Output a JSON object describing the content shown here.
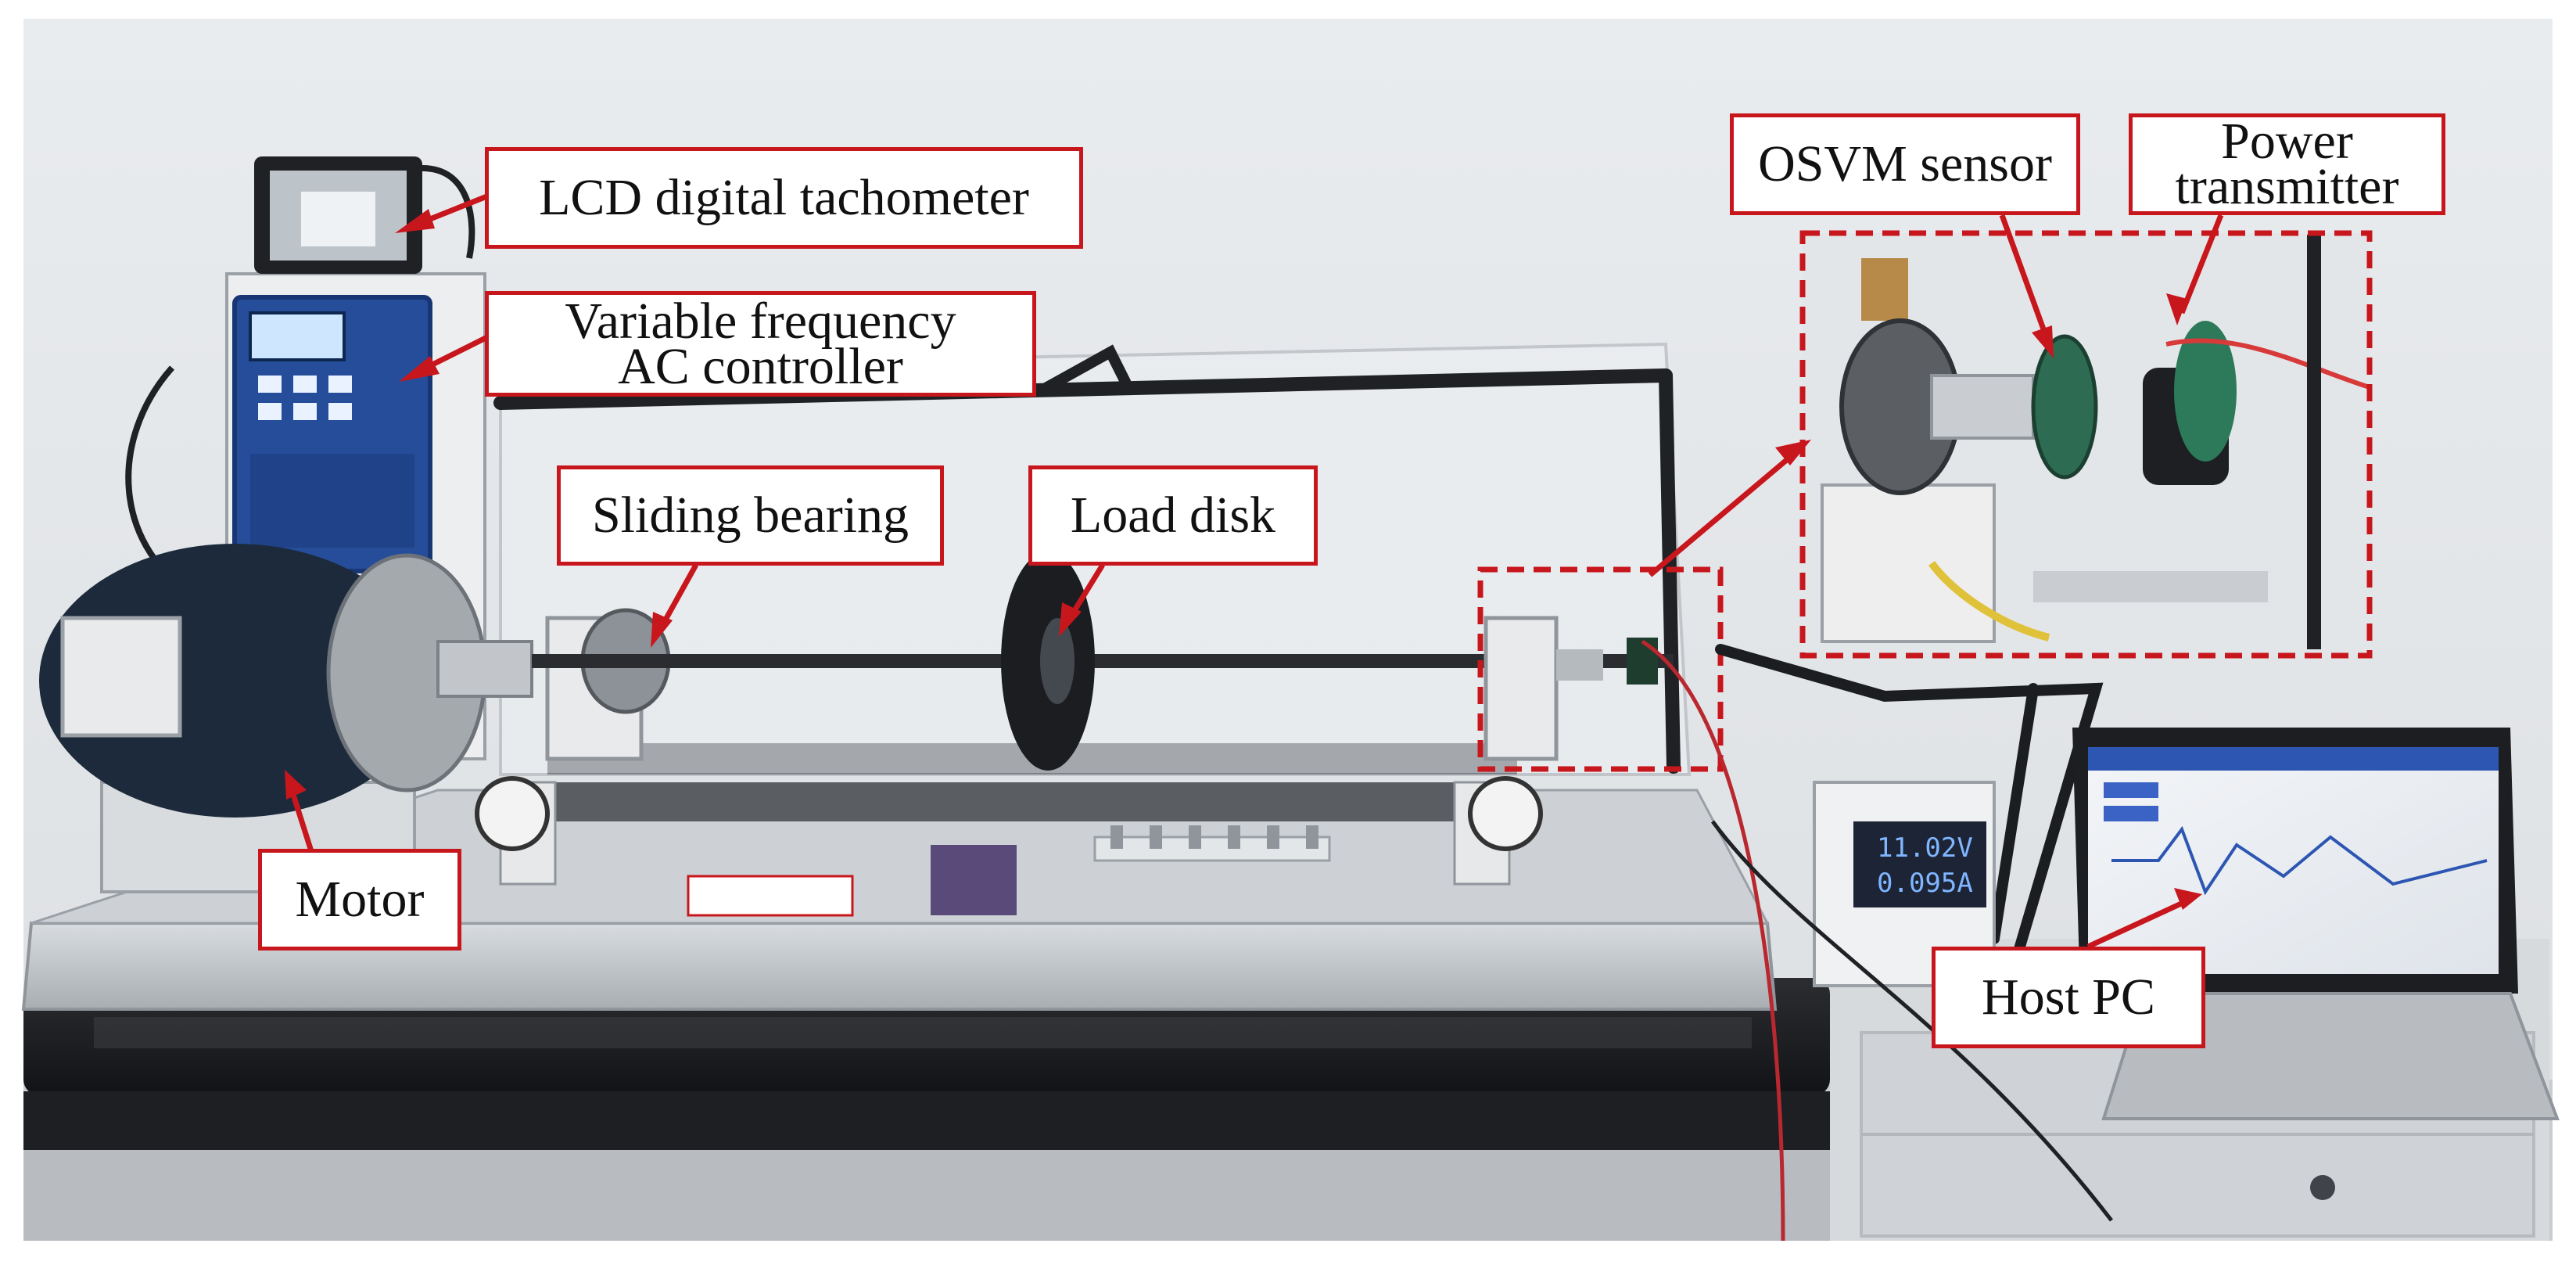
{
  "labels": {
    "lcd_tachometer": "LCD digital tachometer",
    "vfd_line1": "Variable frequency",
    "vfd_line2": "AC controller",
    "sliding_bearing": "Sliding bearing",
    "load_disk": "Load disk",
    "osvm_sensor": "OSVM sensor",
    "power_tx_line1": "Power",
    "power_tx_line2": "transmitter",
    "motor": "Motor",
    "host_pc": "Host PC"
  },
  "instruments": {
    "psu_voltage": "11.02V",
    "psu_current": "0.095A"
  },
  "colors": {
    "annotation_red": "#c8161d",
    "label_fill": "#ffffff"
  }
}
